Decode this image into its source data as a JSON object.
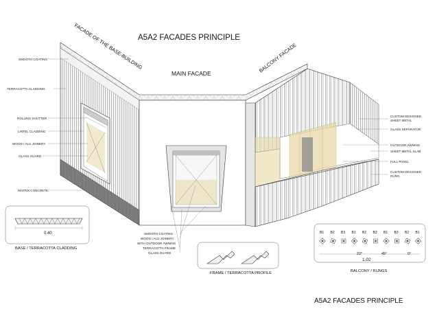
{
  "title_top": "A5A2 FACADES PRINCIPLE",
  "title_bottom": "A5A2 FACADES PRINCIPLE",
  "facade_labels": {
    "base": "FACADE OF THE BASE-BUILDING",
    "main": "MAIN FACADE",
    "balcony": "BALCONY FACADE"
  },
  "left_callouts": [
    "SMOOTH COATING",
    "TERRACOTTA CLADDING",
    "ROLLING SHUTTER",
    "LINTEL CLADDING",
    "WOOD / ALU JOINERY",
    "GLASS GUARD",
    "MATRIX CONCRETE"
  ],
  "center_callouts": [
    "SMOOTH COATING",
    "WOOD / ALU JOINERY",
    "WITH OUTDOOR AWNING",
    "TERRACOTTA FRAME",
    "GLASS GUARD"
  ],
  "right_callouts": [
    "CUSTOM DESIGNED",
    "SHEET METAL",
    "GLASS SEPARATOR",
    "OUTDOOR AWNING",
    "SHEET METAL SLAB",
    "FULL PANEL",
    "CUSTOM DESIGNED",
    "RUNG"
  ],
  "detail_base": {
    "dimension": "0.40",
    "caption": "BASE / TERRACOTTA CLADDING"
  },
  "detail_frame": {
    "caption": "FRAME / TERRACOTTA PROFILE"
  },
  "detail_balcony": {
    "rung_codes": [
      "B1",
      "B2",
      "B3",
      "B1",
      "B2",
      "B3",
      "B1",
      "B3",
      "B2",
      "B1"
    ],
    "angles": [
      "22°",
      "45°",
      "0°"
    ],
    "dimension": "1.02",
    "caption": "BALCONY / RUNGS"
  },
  "colors": {
    "wood": "#e8d9a8",
    "concrete": "#8a8a8a",
    "cladding": "#d9d9d9"
  }
}
